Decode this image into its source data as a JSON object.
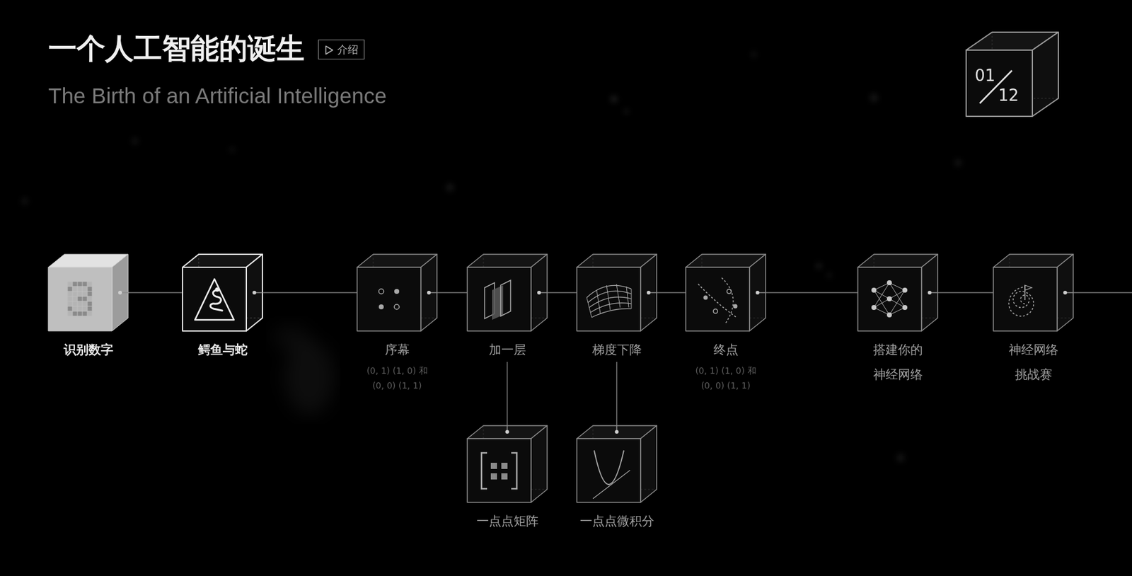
{
  "diagram": {
    "title": "一个人工智能的诞生",
    "nodes": [
      {
        "text": [
          "介绍"
        ]
      },
      {
        "text": [
          "01",
          "12"
        ]
      },
      {
        "text": [
          "识别数字"
        ]
      },
      {
        "text": [
          "鳄鱼与蛇"
        ]
      },
      {
        "text": [
          "序幕",
          "(0, 1) (1, 0) 和 (0, 0) (1, 1)"
        ]
      },
      {
        "text": [
          "加一层"
        ]
      },
      {
        "text": [
          "梯度下降"
        ]
      },
      {
        "text": [
          "终点",
          "(0, 1) (1, 0) 和 (0, 0) (1, 1)"
        ]
      },
      {
        "text": [
          "搭建你的 神经网络"
        ]
      },
      {
        "text": [
          "神经网络 挑战赛"
        ]
      },
      {
        "text": [
          "一点点矩阵"
        ]
      },
      {
        "text": [
          "一点点微积分"
        ]
      }
    ],
    "edges": [
      {
        "from": 2,
        "to": 3,
        "arrow": "none"
      },
      {
        "from": 3,
        "to": 4,
        "arrow": "none"
      },
      {
        "from": 4,
        "to": 5,
        "arrow": "none"
      },
      {
        "from": 5,
        "to": 6,
        "arrow": "none"
      },
      {
        "from": 6,
        "to": 7,
        "arrow": "none"
      },
      {
        "from": 7,
        "to": 8,
        "arrow": "none"
      },
      {
        "from": 8,
        "to": 9,
        "arrow": "none"
      },
      {
        "from": 5,
        "to": 10,
        "arrow": "none"
      },
      {
        "from": 6,
        "to": 11,
        "arrow": "none"
      }
    ],
    "labels": [
      "The Birth of an Artificial Intelligence"
    ]
  }
}
